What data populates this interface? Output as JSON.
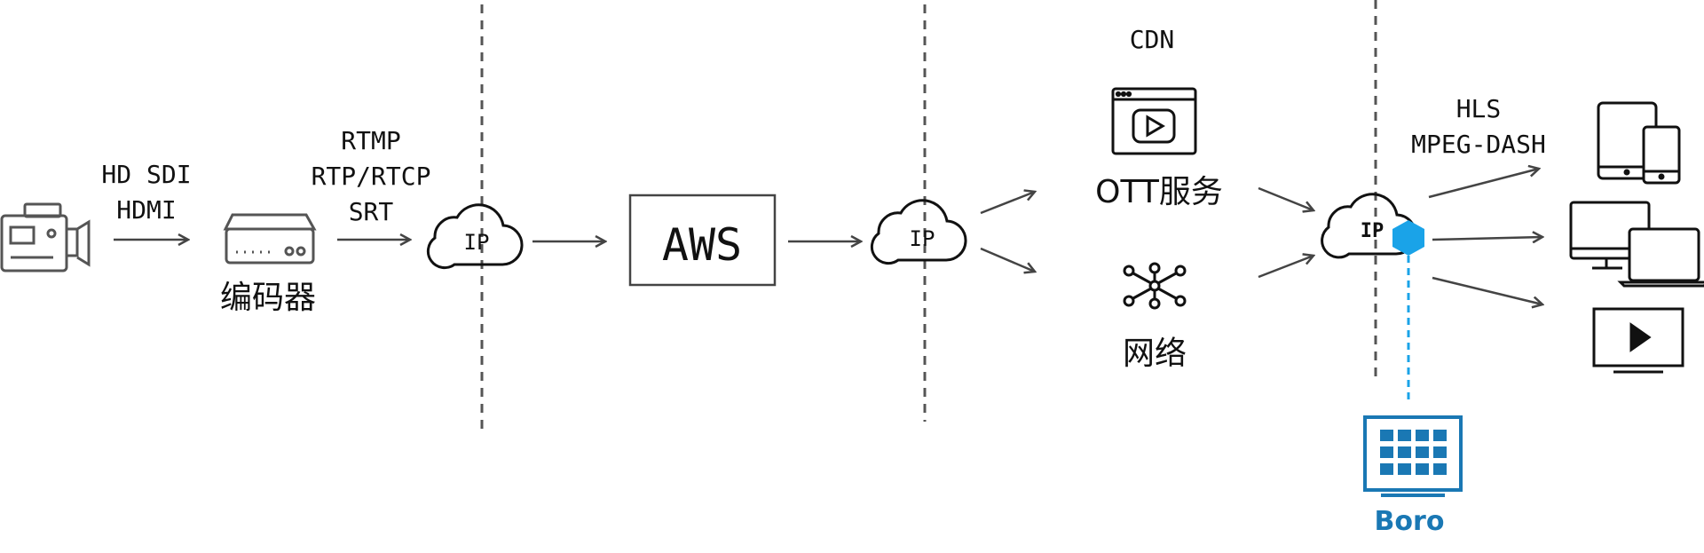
{
  "labels": {
    "video_in": [
      "HD SDI",
      "HDMI"
    ],
    "encoder": "编码器",
    "protocols": [
      "RTMP",
      "RTP/RTCP",
      "SRT"
    ],
    "ip": "IP",
    "aws": "AWS",
    "cdn": "CDN",
    "ott": "OTT服务",
    "network": "网络",
    "stream_formats": [
      "HLS",
      "MPEG-DASH"
    ],
    "boro": "Boro"
  },
  "colors": {
    "boro_blue": "#1a78b4",
    "hex_cyan": "#1aa3e8",
    "line_gray": "#444444"
  },
  "icons": [
    "video-camera-icon",
    "encoder-device-icon",
    "cloud-icon",
    "browser-play-icon",
    "network-hub-icon",
    "tablet-phone-icon",
    "desktop-laptop-icon",
    "tv-play-icon",
    "boro-grid-icon",
    "hexagon-icon"
  ]
}
